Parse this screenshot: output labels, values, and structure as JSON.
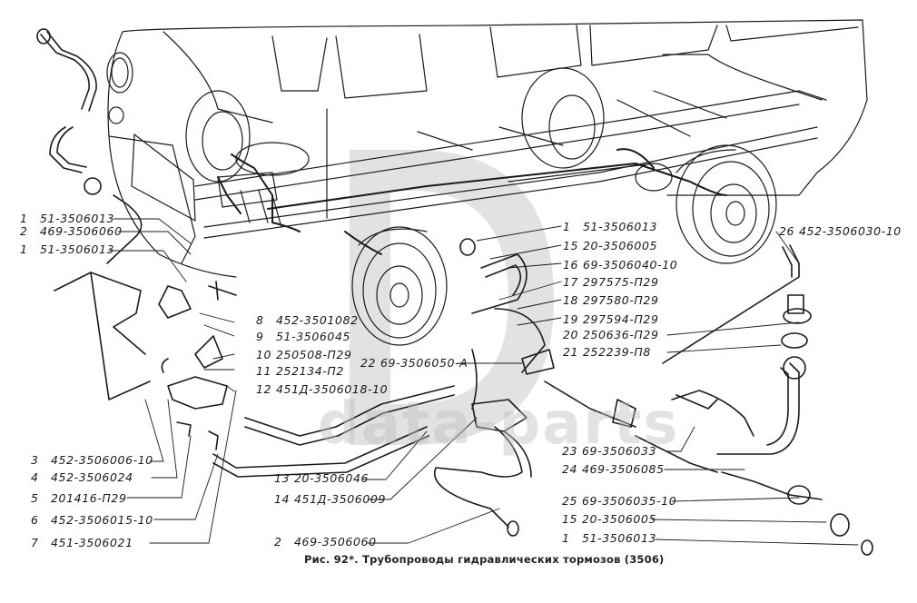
{
  "figure": {
    "caption": "Рис. 92*. Трубопроводы гидравлических тормозов (3506)",
    "watermark": "data-parts",
    "line_color": "#1a1a1a",
    "watermark_color": "#d0d0d0"
  },
  "callouts": [
    {
      "num": "1",
      "part": "51-3506013"
    },
    {
      "num": "2",
      "part": "469-3506060"
    },
    {
      "num": "1",
      "part": "51-3506013"
    },
    {
      "num": "8",
      "part": "452-3501082"
    },
    {
      "num": "9",
      "part": "51-3506045"
    },
    {
      "num": "10",
      "part": "250508-П29"
    },
    {
      "num": "11",
      "part": "252134-П2"
    },
    {
      "num": "12",
      "part": "451Д-3506018-10"
    },
    {
      "num": "3",
      "part": "452-3506006-10"
    },
    {
      "num": "4",
      "part": "452-3506024"
    },
    {
      "num": "5",
      "part": "201416-П29"
    },
    {
      "num": "6",
      "part": "452-3506015-10"
    },
    {
      "num": "7",
      "part": "451-3506021"
    },
    {
      "num": "13",
      "part": "20-3506046"
    },
    {
      "num": "14",
      "part": "451Д-3506009"
    },
    {
      "num": "2",
      "part": "469-3506060"
    },
    {
      "num": "1",
      "part": "51-3506013"
    },
    {
      "num": "15",
      "part": "20-3506005"
    },
    {
      "num": "16",
      "part": "69-3506040-10"
    },
    {
      "num": "17",
      "part": "297575-П29"
    },
    {
      "num": "18",
      "part": "297580-П29"
    },
    {
      "num": "19",
      "part": "297594-П29"
    },
    {
      "num": "20",
      "part": "250636-П29"
    },
    {
      "num": "21",
      "part": "252239-П8"
    },
    {
      "num": "22",
      "part": "69-3506050-А"
    },
    {
      "num": "26",
      "part": "452-3506030-10"
    },
    {
      "num": "23",
      "part": "69-3506033"
    },
    {
      "num": "24",
      "part": "469-3506085"
    },
    {
      "num": "25",
      "part": "69-3506035-10"
    },
    {
      "num": "15",
      "part": "20-3506005"
    },
    {
      "num": "1",
      "part": "51-3506013"
    }
  ]
}
